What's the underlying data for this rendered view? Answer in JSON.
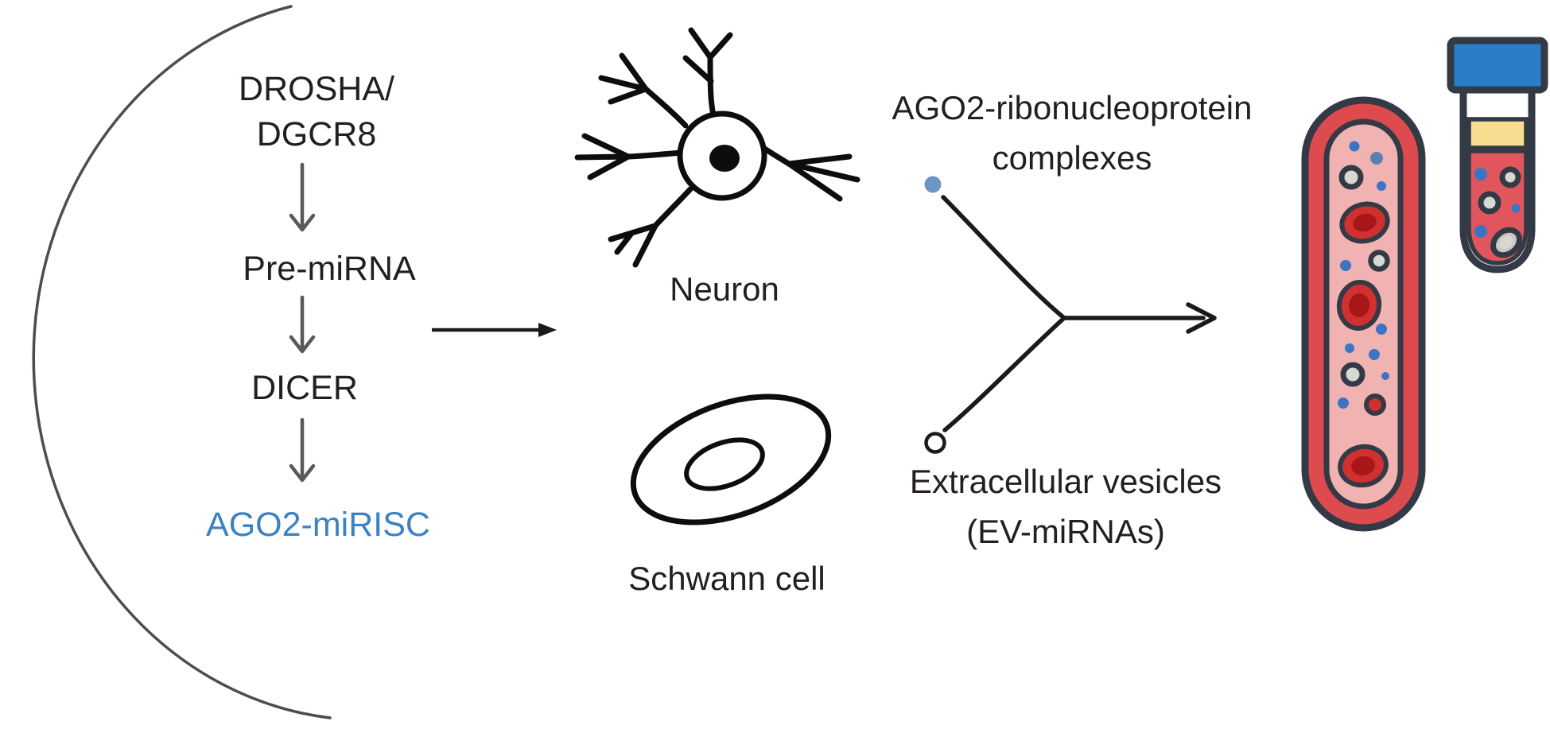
{
  "pathway": {
    "step1_line1": "DROSHA/",
    "step1_line2": "DGCR8",
    "step2": "Pre-miRNA",
    "step3": "DICER",
    "step4": "AGO2-miRISC"
  },
  "cells": {
    "neuron": "Neuron",
    "schwann": "Schwann cell"
  },
  "carriers": {
    "rnp_line1": "AGO2-ribonucleoprotein",
    "rnp_line2": "complexes",
    "ev_line1": "Extracellular vesicles",
    "ev_line2": "(EV-miRNAs)"
  },
  "colors": {
    "text_dark": "#241f1f",
    "agomirisc_blue": "#3b82c4",
    "arrow_gray": "#58595b",
    "arc_gray": "#4d4d4f",
    "line_black": "#1a1a1a",
    "rnp_dot_blue": "#6e95c5",
    "outline_dark": "#333a46",
    "vessel_wall_red": "#dd4b4e",
    "vessel_lumen_pink": "#f1b3b1",
    "rbc_red": "#d13030",
    "rbc_core_red": "#a81717",
    "vesicle_gray": "#d8d7d2",
    "ev_dot_blue": "#3c74c4",
    "ev_dot_blue_muted": "#5b7fae",
    "tube_cap_blue": "#2b7dc8",
    "tube_serum_yellow": "#f6dd8f",
    "tube_blood_red": "#e0565c"
  }
}
